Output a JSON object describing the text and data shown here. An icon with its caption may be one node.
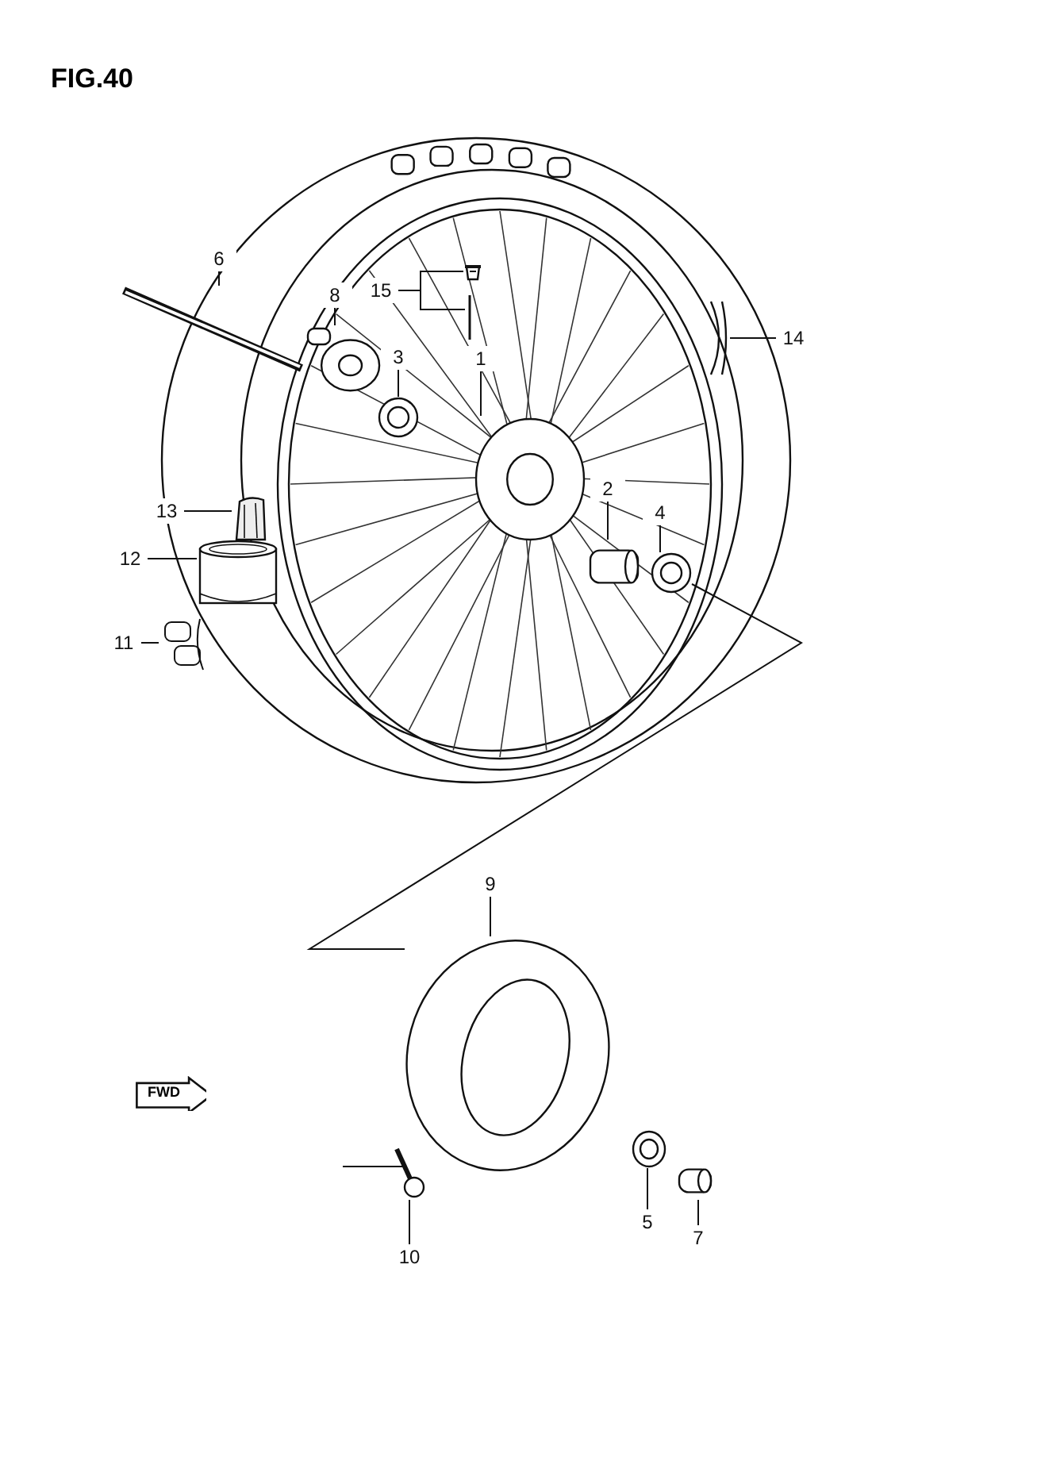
{
  "diagram": {
    "title": "FIG.40",
    "nodes": [
      {
        "text": [
          "6"
        ]
      },
      {
        "text": [
          "15"
        ]
      },
      {
        "text": [
          "8"
        ]
      },
      {
        "text": [
          "14"
        ]
      },
      {
        "text": [
          "3"
        ]
      },
      {
        "text": [
          "1"
        ]
      },
      {
        "text": [
          "2"
        ]
      },
      {
        "text": [
          "13"
        ]
      },
      {
        "text": [
          "4"
        ]
      },
      {
        "text": [
          "12"
        ]
      },
      {
        "text": [
          "11"
        ]
      },
      {
        "text": [
          "9"
        ]
      },
      {
        "text": [
          "5"
        ]
      },
      {
        "text": [
          "7"
        ]
      },
      {
        "text": [
          "10"
        ]
      },
      {
        "text": [],
        "shape": "picture"
      },
      {
        "text": [],
        "shape": "picture"
      },
      {
        "text": [],
        "shape": "picture"
      },
      {
        "text": [],
        "shape": "picture"
      },
      {
        "text": [],
        "shape": "picture"
      },
      {
        "text": [],
        "shape": "picture"
      },
      {
        "text": [],
        "shape": "picture"
      },
      {
        "text": [],
        "shape": "picture"
      },
      {
        "text": [],
        "shape": "picture"
      },
      {
        "text": [],
        "shape": "picture"
      },
      {
        "text": [],
        "shape": "picture"
      },
      {
        "text": [],
        "shape": "picture"
      },
      {
        "text": [],
        "shape": "picture"
      },
      {
        "text": [],
        "shape": "picture"
      },
      {
        "text": [],
        "shape": "picture"
      },
      {
        "text": [],
        "shape": "picture"
      }
    ],
    "edges": [
      {
        "from": 0,
        "to": 15,
        "arrow": "none"
      },
      {
        "from": 1,
        "to": 16,
        "arrow": "none"
      },
      {
        "from": 1,
        "to": 17,
        "arrow": "none"
      },
      {
        "from": 2,
        "to": 18,
        "arrow": "none"
      },
      {
        "from": 3,
        "to": 19,
        "arrow": "none"
      },
      {
        "from": 4,
        "to": 20,
        "arrow": "none"
      },
      {
        "from": 5,
        "to": 21,
        "arrow": "none"
      },
      {
        "from": 6,
        "to": 22,
        "arrow": "none"
      },
      {
        "from": 7,
        "to": 24,
        "arrow": "none"
      },
      {
        "from": 8,
        "to": 23,
        "arrow": "none"
      },
      {
        "from": 9,
        "to": 25,
        "arrow": "none"
      },
      {
        "from": 10,
        "to": 26,
        "arrow": "none"
      },
      {
        "from": 11,
        "to": 27,
        "arrow": "none"
      },
      {
        "from": 12,
        "to": 28,
        "arrow": "none"
      },
      {
        "from": 13,
        "to": 29,
        "arrow": "none"
      },
      {
        "from": 14,
        "to": 30,
        "arrow": "none"
      },
      {
        "from": 23,
        "to": 27,
        "arrow": "none"
      },
      {
        "from": 27,
        "to": 30,
        "arrow": "none"
      }
    ],
    "labels": [
      "FWD"
    ]
  }
}
